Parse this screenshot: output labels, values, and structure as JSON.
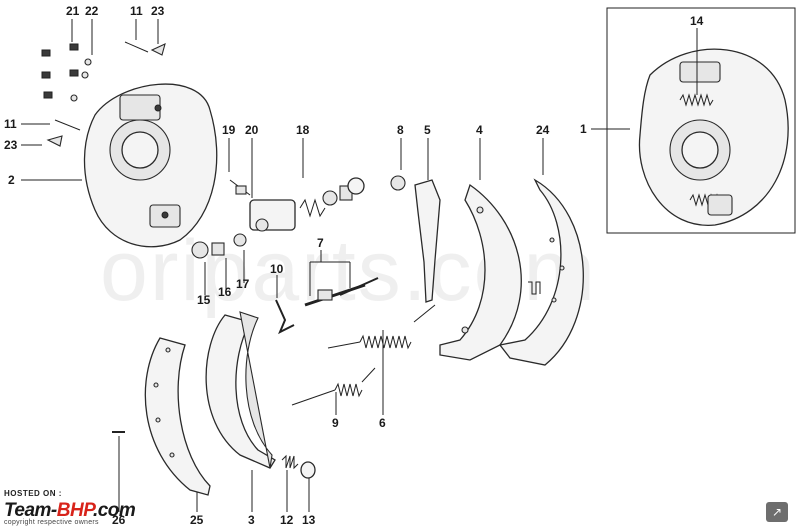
{
  "watermark": "oriparts.com",
  "labels": {
    "n1": "1",
    "n2": "2",
    "n3": "3",
    "n4": "4",
    "n5": "5",
    "n6": "6",
    "n7": "7",
    "n8": "8",
    "n9": "9",
    "n10": "10",
    "n11a": "11",
    "n11b": "11",
    "n12": "12",
    "n13": "13",
    "n14": "14",
    "n15": "15",
    "n16": "16",
    "n17": "17",
    "n18": "18",
    "n19": "19",
    "n20": "20",
    "n21": "21",
    "n22": "22",
    "n23a": "23",
    "n23b": "23",
    "n24": "24",
    "n25": "25",
    "n26": "26"
  },
  "footer": {
    "hosted_on": "HOSTED ON :",
    "logo_prefix": "Team-",
    "logo_highlight": "BHP",
    "logo_suffix": ".com",
    "copyright": "copyright respective owners"
  },
  "corner_icon": "image-expand-icon"
}
